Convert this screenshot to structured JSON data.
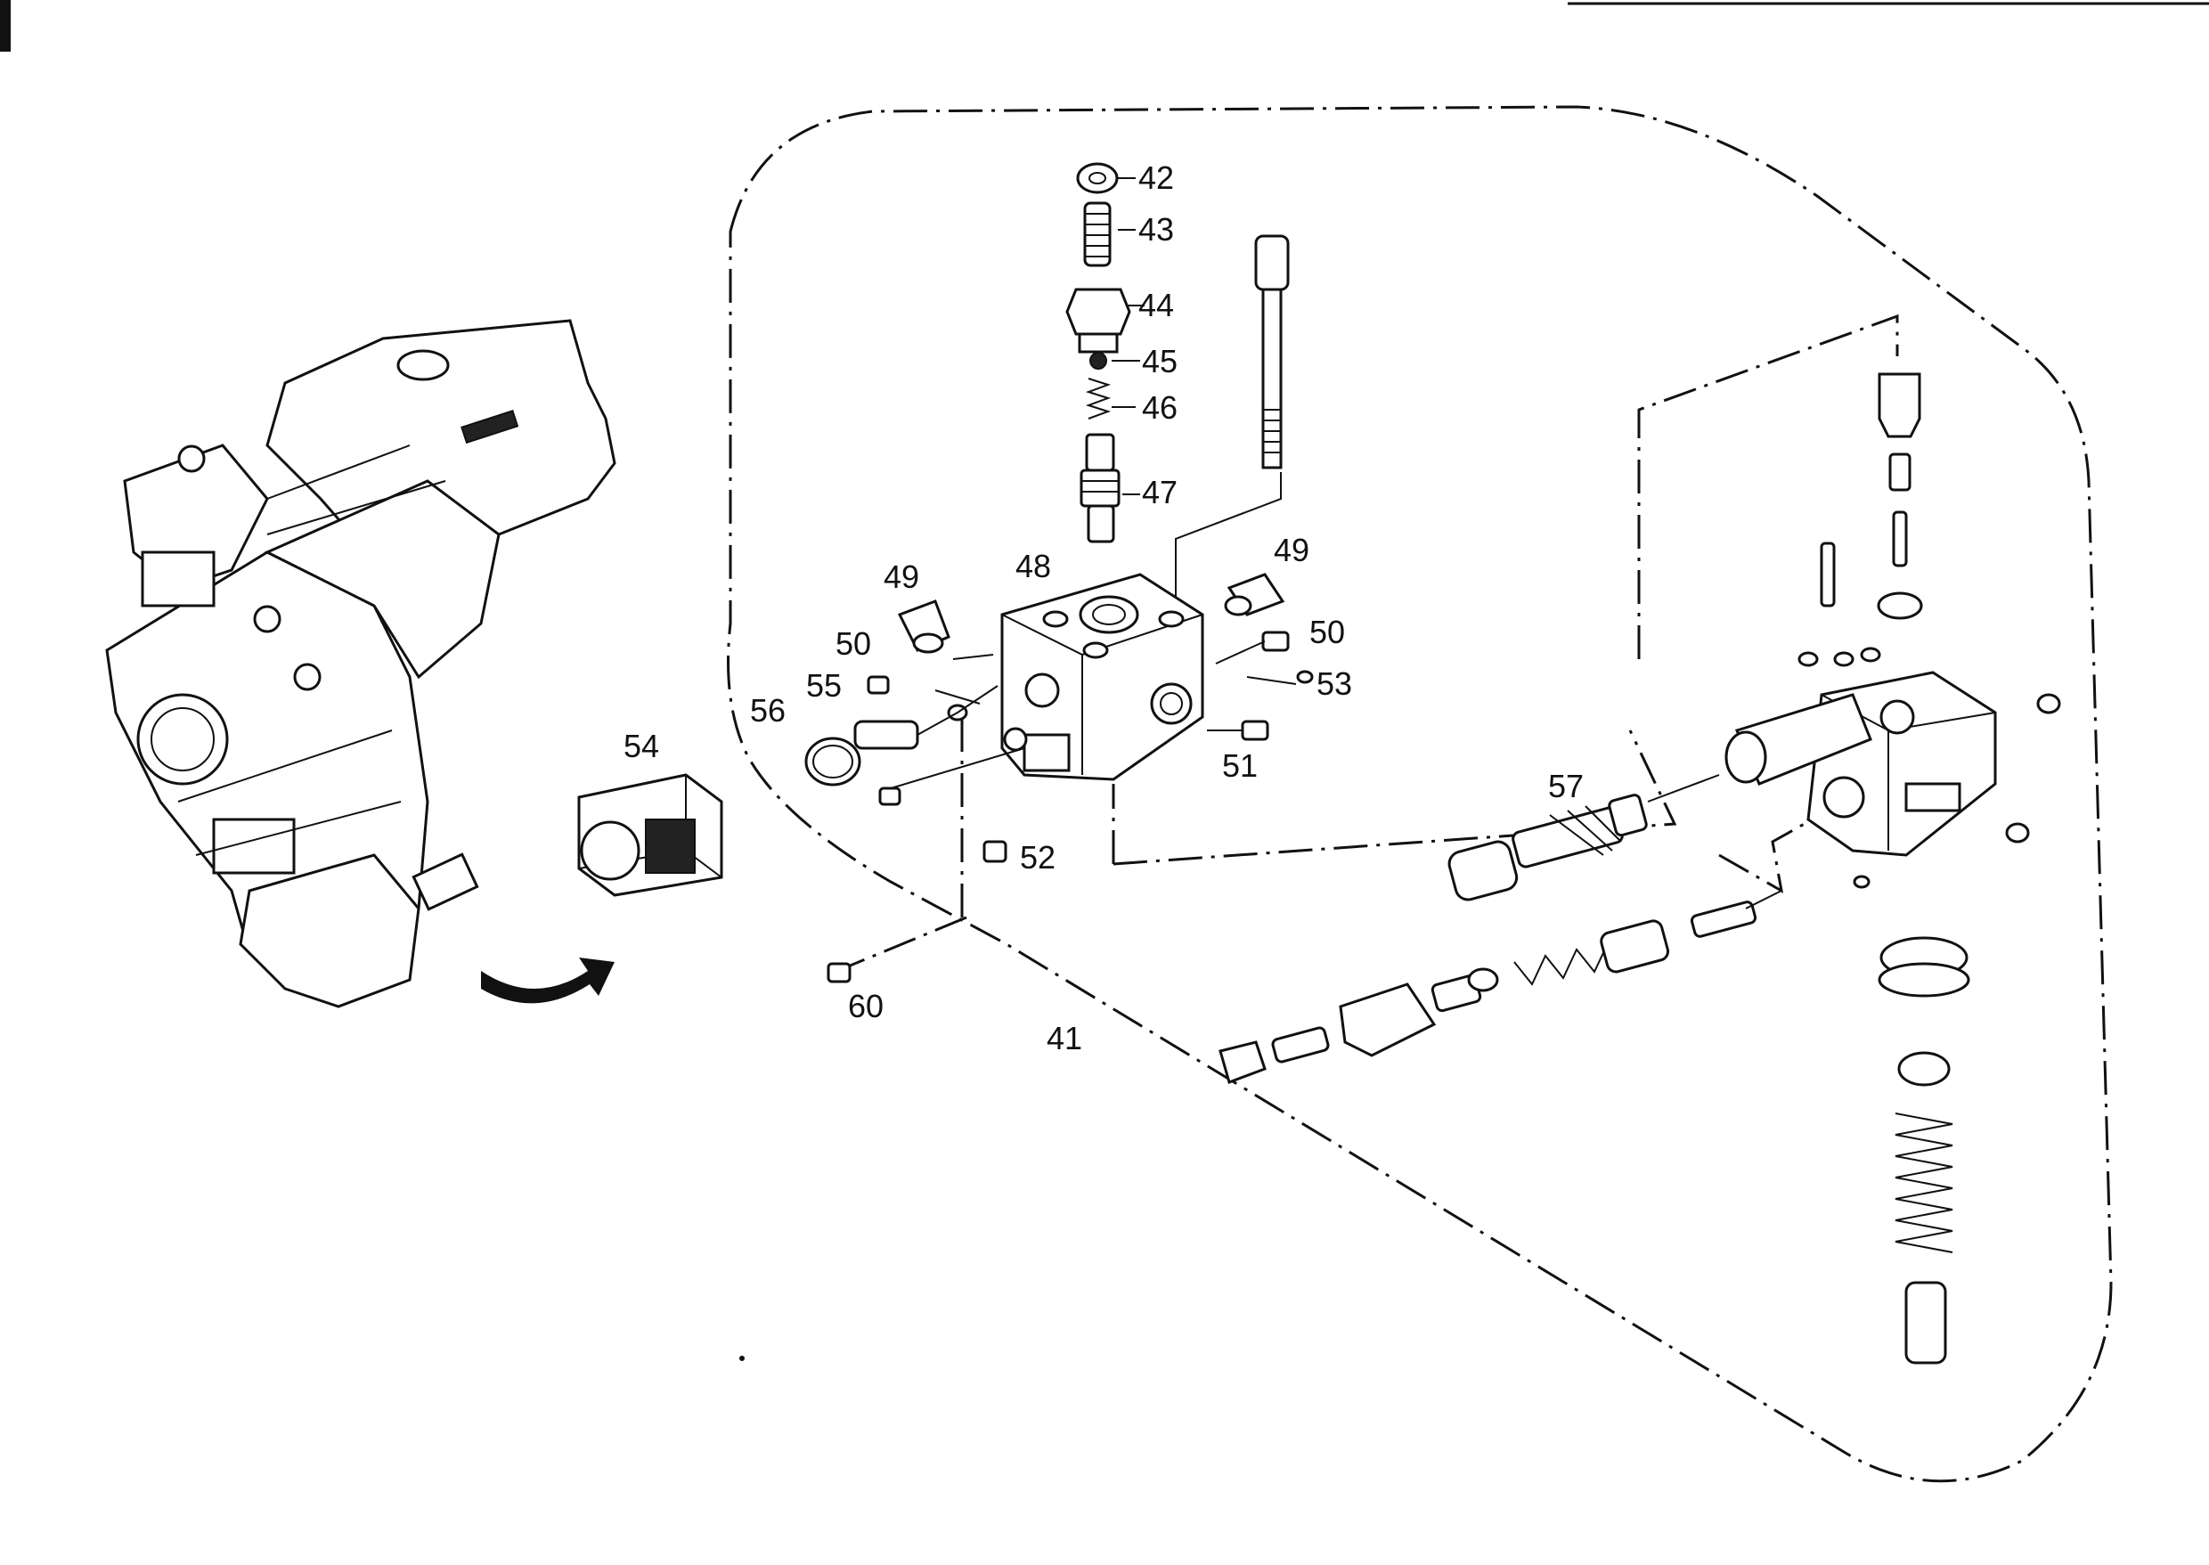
{
  "diagram": {
    "callouts": [
      {
        "id": "c42",
        "label": "42"
      },
      {
        "id": "c43",
        "label": "43"
      },
      {
        "id": "c44",
        "label": "44"
      },
      {
        "id": "c45",
        "label": "45"
      },
      {
        "id": "c46",
        "label": "46"
      },
      {
        "id": "c47",
        "label": "47"
      },
      {
        "id": "c48",
        "label": "48"
      },
      {
        "id": "c49a",
        "label": "49"
      },
      {
        "id": "c49b",
        "label": "49"
      },
      {
        "id": "c50a",
        "label": "50"
      },
      {
        "id": "c50b",
        "label": "50"
      },
      {
        "id": "c51",
        "label": "51"
      },
      {
        "id": "c52",
        "label": "52"
      },
      {
        "id": "c53",
        "label": "53"
      },
      {
        "id": "c54",
        "label": "54"
      },
      {
        "id": "c55",
        "label": "55"
      },
      {
        "id": "c56",
        "label": "56"
      },
      {
        "id": "c57",
        "label": "57"
      },
      {
        "id": "c60",
        "label": "60"
      },
      {
        "id": "c41",
        "label": "41"
      }
    ]
  }
}
